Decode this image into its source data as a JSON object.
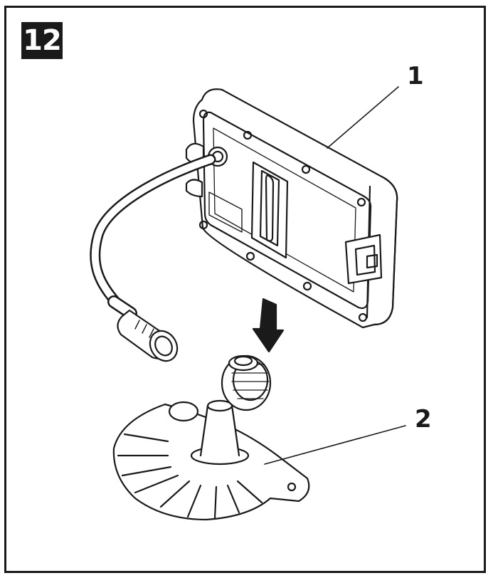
{
  "step": {
    "number": "12"
  },
  "callouts": [
    {
      "label": "1",
      "part": "monitor"
    },
    {
      "label": "2",
      "part": "suction-mount"
    }
  ],
  "colors": {
    "line": "#1a1a1a",
    "badge_bg": "#1a1a1a",
    "badge_text": "#ffffff",
    "fill": "#ffffff"
  },
  "icons": [
    "down-arrow-icon"
  ]
}
